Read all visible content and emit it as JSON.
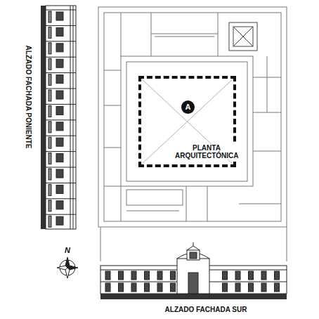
{
  "diagram": {
    "nodes": [
      {
        "text": [
          "PLANTA ARQUITECTÓNICA"
        ]
      },
      {
        "text": [
          "A"
        ],
        "in": 0
      }
    ],
    "labels": [
      "ALZADO FACHADA PONIENTE",
      "N",
      "ALZADO FACHADA SUR"
    ]
  }
}
